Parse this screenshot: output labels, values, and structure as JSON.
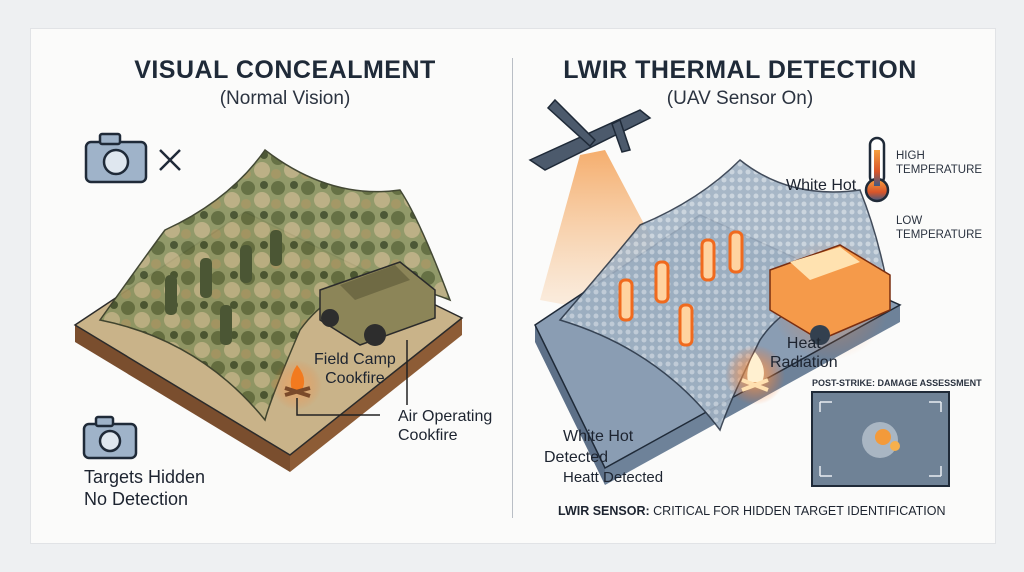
{
  "left": {
    "title": "VISUAL CONCEALMENT",
    "subtitle": "(Normal Vision)",
    "label_fire": [
      "Field Camp",
      "Cookfire"
    ],
    "label_air": [
      "Air Operating",
      "Cookfire"
    ],
    "status": [
      "Targets Hidden",
      "No Detection"
    ]
  },
  "right": {
    "title": "LWIR THERMAL DETECTION",
    "subtitle": "(UAV Sensor On)",
    "white_hot": "White Hot",
    "high_temp": [
      "HIGH",
      "TEMPERATURE"
    ],
    "low_temp": [
      "LOW",
      "TEMPERATURE"
    ],
    "heat_radiation": [
      "Heat",
      "Radiation"
    ],
    "detected": [
      "White Hot",
      "Detected",
      "Heatt Detected"
    ],
    "inset_title": "POST-STRIKE: DAMAGE ASSESSMENT",
    "footer_bold": "LWIR SENSOR:",
    "footer_rest": " CRITICAL FOR HIDDEN TARGET IDENTIFICATION"
  },
  "colors": {
    "thermal_hot": "#f07a2a",
    "platform_left": "#b8a27a",
    "platform_right": "#8a9db3"
  }
}
